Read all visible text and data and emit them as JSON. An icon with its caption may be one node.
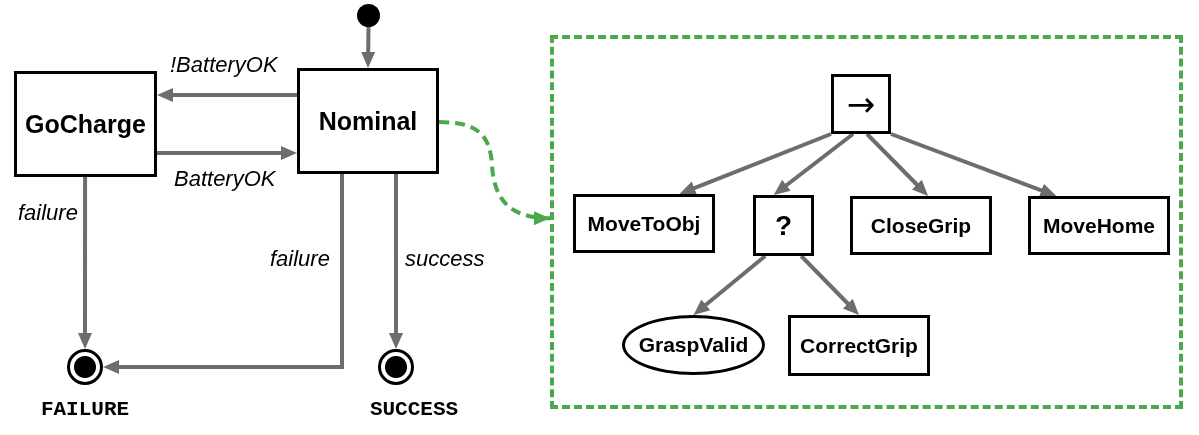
{
  "diagram": {
    "nodes": [
      {
        "text": [],
        "shape": "circle"
      },
      {
        "text": [
          "GoCharge"
        ]
      },
      {
        "text": [
          "Nominal"
        ]
      },
      {
        "text": [],
        "shape": "circle",
        "beside": [
          "FAILURE"
        ]
      },
      {
        "text": [],
        "shape": "circle",
        "beside": [
          "SUCCESS"
        ]
      },
      {
        "text": [],
        "shape": "box"
      },
      {
        "text": [
          "→"
        ],
        "in": 5
      },
      {
        "text": [
          "MoveToObj"
        ],
        "in": 5
      },
      {
        "text": [
          "?"
        ],
        "in": 5
      },
      {
        "text": [
          "CloseGrip"
        ],
        "in": 5
      },
      {
        "text": [
          "MoveHome"
        ],
        "in": 5
      },
      {
        "text": [
          "GraspValid"
        ],
        "in": 5
      },
      {
        "text": [
          "CorrectGrip"
        ],
        "in": 5
      }
    ],
    "edges": [
      {
        "from": 0,
        "to": 2,
        "arrow": "to"
      },
      {
        "from": 2,
        "to": 1,
        "arrow": "to",
        "label": "!BatteryOK"
      },
      {
        "from": 1,
        "to": 2,
        "arrow": "to",
        "label": "BatteryOK"
      },
      {
        "from": 1,
        "to": 3,
        "arrow": "to",
        "label": "failure"
      },
      {
        "from": 2,
        "to": 3,
        "arrow": "to",
        "label": "failure"
      },
      {
        "from": 2,
        "to": 4,
        "arrow": "to",
        "label": "success"
      },
      {
        "from": 2,
        "to": 5,
        "arrow": "to",
        "style": "dashed",
        "color": "#4aa94a"
      },
      {
        "from": 6,
        "to": 7,
        "arrow": "to"
      },
      {
        "from": 6,
        "to": 8,
        "arrow": "to"
      },
      {
        "from": 6,
        "to": 9,
        "arrow": "to"
      },
      {
        "from": 6,
        "to": 10,
        "arrow": "to"
      },
      {
        "from": 8,
        "to": 11,
        "arrow": "to"
      },
      {
        "from": 8,
        "to": 12,
        "arrow": "to"
      }
    ]
  }
}
